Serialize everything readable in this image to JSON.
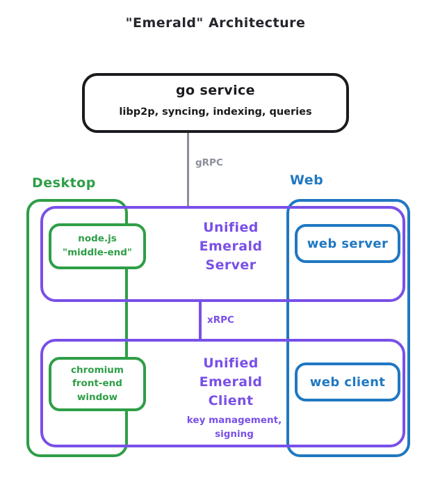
{
  "diagram": {
    "title": "\"Emerald\" Architecture",
    "colors": {
      "black": "#1b1b1f",
      "green": "#2e9e47",
      "blue": "#1f78c1",
      "purple": "#7950e8",
      "gray": "#8a8f99"
    }
  },
  "service": {
    "title": "go service",
    "subtitle": "libp2p, syncing, indexing, queries"
  },
  "connectors": {
    "grpc": "gRPC",
    "xrpc": "xRPC"
  },
  "groups": {
    "desktop": "Desktop",
    "web": "Web"
  },
  "bands": {
    "server": {
      "title": "Unified\nEmerald\nServer",
      "line1": "Unified",
      "line2": "Emerald",
      "line3": "Server"
    },
    "client": {
      "title": "Unified\nEmerald\nClient",
      "line1": "Unified",
      "line2": "Emerald",
      "line3": "Client",
      "subtitle_line1": "key management,",
      "subtitle_line2": "signing"
    }
  },
  "nodes": {
    "node_js": {
      "line1": "node.js",
      "line2": "\"middle-end\""
    },
    "chromium": {
      "line1": "chromium",
      "line2": "front-end",
      "line3": "window"
    },
    "web_server": "web server",
    "web_client": "web client"
  }
}
